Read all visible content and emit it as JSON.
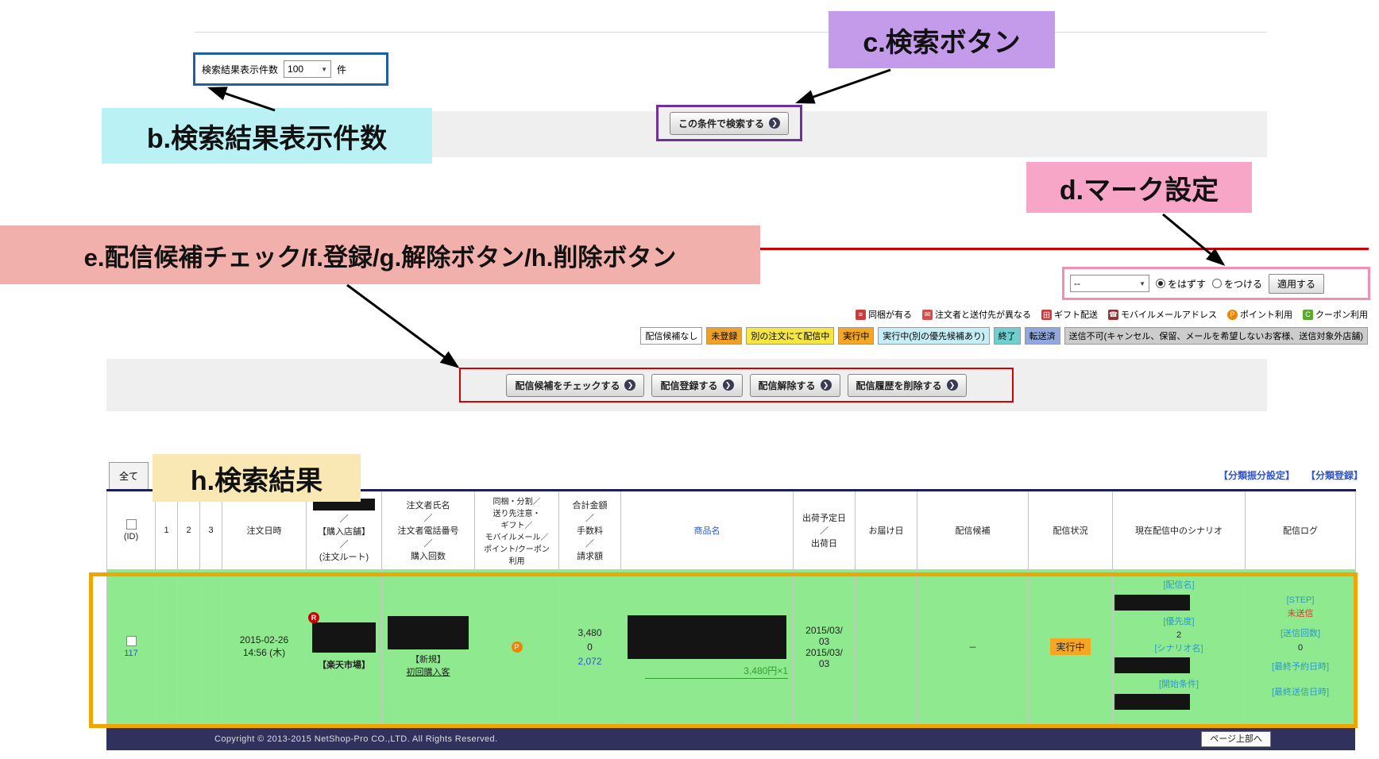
{
  "colors": {
    "callout_b_bg": "#b9f1f5",
    "callout_c_bg": "#c49bea",
    "callout_d_bg": "#f7a6c8",
    "callout_e_bg": "#f1b0ab",
    "callout_h_bg": "#f9e8b4",
    "row_green": "#8fe98f",
    "highlight_orange": "#f0a500",
    "annotation_red_line": "#cc0000"
  },
  "top_controls": {
    "results_label": "検索結果表示件数",
    "results_value": "100",
    "results_unit": "件",
    "search_button": "この条件で検索する"
  },
  "callouts": {
    "b": "b.検索結果表示件数",
    "c": "c.検索ボタン",
    "d": "d.マーク設定",
    "e": "e.配信候補チェック/f.登録/g.解除ボタン/h.削除ボタン",
    "h": "h.検索結果"
  },
  "mark_settings": {
    "select_value": "--",
    "radio_off": "をはずす",
    "radio_on": "をつける",
    "apply": "適用する"
  },
  "icon_legend": [
    {
      "icon": "bundle-icon",
      "label": "同梱が有る"
    },
    {
      "icon": "recipient-differs-icon",
      "label": "注文者と送付先が異なる"
    },
    {
      "icon": "gift-icon",
      "label": "ギフト配送"
    },
    {
      "icon": "mobile-mail-icon",
      "label": "モバイルメールアドレス"
    },
    {
      "icon": "point-icon",
      "label": "ポイント利用"
    },
    {
      "icon": "coupon-icon",
      "label": "クーポン利用"
    }
  ],
  "status_legend": [
    {
      "label": "配信候補なし",
      "bg": "#ffffff"
    },
    {
      "label": "未登録",
      "bg": "#f0a125"
    },
    {
      "label": "別の注文にて配信中",
      "bg": "#f5e642"
    },
    {
      "label": "実行中",
      "bg": "#f5a623"
    },
    {
      "label": "実行中(別の優先候補あり)",
      "bg": "#c6eef7"
    },
    {
      "label": "終了",
      "bg": "#6fcfcf"
    },
    {
      "label": "転送済",
      "bg": "#8fa8e0"
    },
    {
      "label": "送信不可(キャンセル、保留、メールを希望しないお客様、送信対象外店舗)",
      "bg": "#cccccc"
    }
  ],
  "action_buttons": [
    "配信候補をチェックする",
    "配信登録する",
    "配信解除する",
    "配信履歴を削除する"
  ],
  "table": {
    "tab_all": "全て",
    "link_sort": "【分類振分設定】",
    "link_register": "【分類登録】",
    "headers": {
      "id": "(ID)",
      "c1": "1",
      "c2": "2",
      "c3": "3",
      "order_date": "注文日時",
      "order_number_sub": "／\n【購入店舗】\n／\n(注文ルート)",
      "customer": "注文者氏名\n／\n注文者電話番号\n／\n購入回数",
      "flags": "同梱・分割／\n送り先注意・\nギフト／\nモバイルメール／\nポイント/クーポン\n利用",
      "amount": "合計金額\n／\n手数料\n／\n請求額",
      "product": "商品名",
      "ship_date": "出荷予定日\n／\n出荷日",
      "delivery_date": "お届け日",
      "candidate": "配信候補",
      "status": "配信状況",
      "scenario": "現在配信中のシナリオ",
      "log": "配信ログ"
    },
    "row": {
      "id": "117",
      "order_date": "2015-02-26\n14:56 (木)",
      "badge": "R",
      "store": "【楽天市場】",
      "customer_type": "【新規】",
      "customer_class": "初回購入客",
      "point_icon": "P",
      "amount_total": "3,480",
      "amount_fee": "0",
      "amount_billed": "2,072",
      "product_qty": "3,480円×1",
      "ship_date": "2015/03/\n03\n2015/03/\n03",
      "candidate": "－",
      "status": "実行中",
      "scenario": {
        "name_label": "[配信名]",
        "priority_label": "[優先度]",
        "priority_value": "2",
        "scenario_label": "[シナリオ名]",
        "start_label": "[開始条件]"
      },
      "log": {
        "step_label": "[STEP]",
        "step_value": "未送信",
        "count_label": "[送信回数]",
        "count_value": "0",
        "last_reserved_label": "[最終予約日時]",
        "last_sent_label": "[最終送信日時]"
      }
    }
  },
  "footer": {
    "copyright": "Copyright © 2013-2015 NetShop-Pro CO.,LTD. All Rights Reserved.",
    "page_top": "ページ上部へ"
  }
}
